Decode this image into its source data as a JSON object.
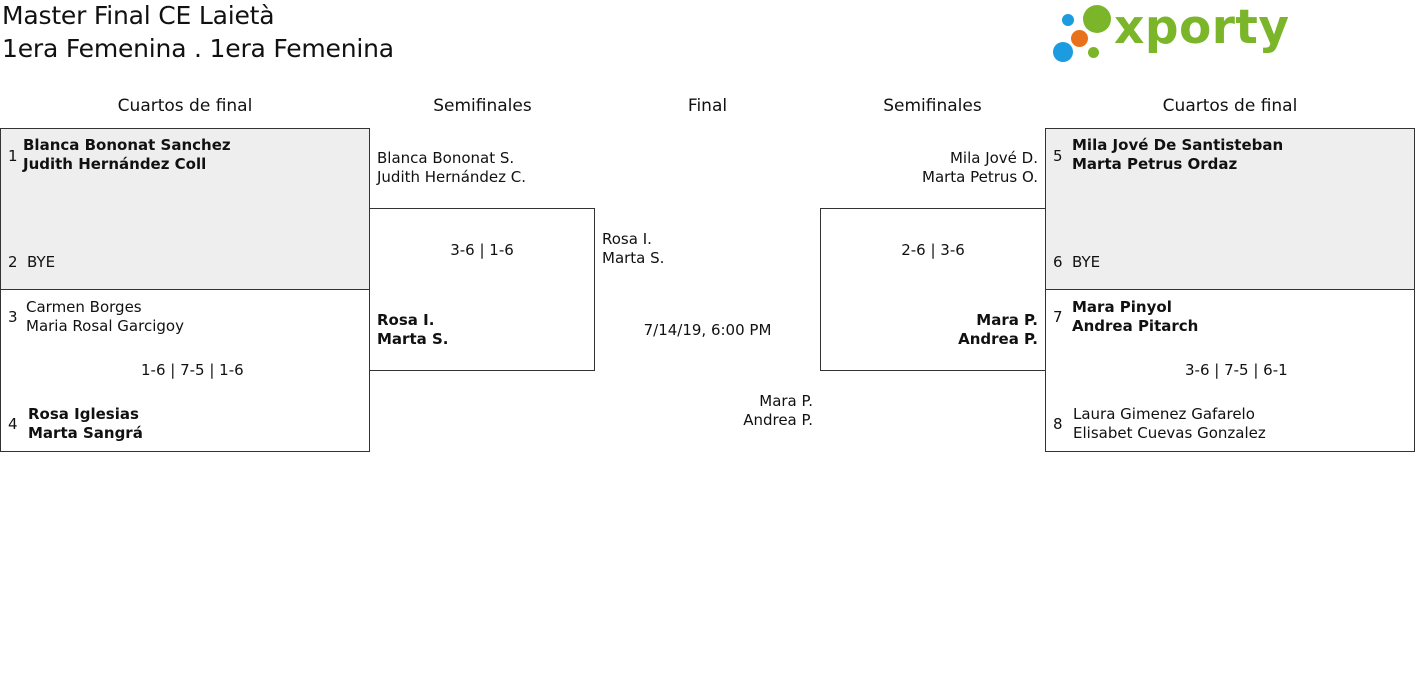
{
  "header": {
    "title_line1": "Master Final CE Laietà",
    "title_line2": "1era Femenina . 1era Femenina"
  },
  "logo": {
    "wordmark": "xporty",
    "colors": {
      "green": "#7ab52a",
      "blue": "#1b9be0",
      "orange": "#e8711c"
    }
  },
  "columns": {
    "qf_left": "Cuartos de final",
    "sf_left": "Semifinales",
    "final": "Final",
    "sf_right": "Semifinales",
    "qf_right": "Cuartos de final"
  },
  "quarterfinals": {
    "m1": {
      "seed_a": "1",
      "a1": "Blanca Bononat Sanchez",
      "a2": "Judith Hernández Coll",
      "seed_b": "2",
      "b1": "BYE"
    },
    "m2": {
      "seed_a": "3",
      "a1": "Carmen Borges",
      "a2": "Maria Rosal Garcigoy",
      "score": "1-6 | 7-5 | 1-6",
      "seed_b": "4",
      "b1": "Rosa Iglesias",
      "b2": "Marta Sangrá"
    },
    "m3": {
      "seed_a": "5",
      "a1": "Mila Jové De Santisteban",
      "a2": "Marta Petrus Ordaz",
      "seed_b": "6",
      "b1": "BYE"
    },
    "m4": {
      "seed_a": "7",
      "a1": "Mara Pinyol",
      "a2": "Andrea Pitarch",
      "score": "3-6 | 7-5 | 6-1",
      "seed_b": "8",
      "b1": "Laura Gimenez Gafarelo",
      "b2": "Elisabet Cuevas Gonzalez"
    }
  },
  "semifinals": {
    "left": {
      "top1": "Blanca Bononat S.",
      "top2": "Judith Hernández C.",
      "score": "3-6 | 1-6",
      "bottom1": "Rosa I.",
      "bottom2": "Marta S."
    },
    "right": {
      "top1": "Mila Jové D.",
      "top2": "Marta Petrus O.",
      "score": "2-6 | 3-6",
      "bottom1": "Mara P.",
      "bottom2": "Andrea P."
    }
  },
  "final": {
    "left1": "Rosa I.",
    "left2": "Marta S.",
    "datetime": "7/14/19, 6:00 PM",
    "right1": "Mara P.",
    "right2": "Andrea P."
  }
}
